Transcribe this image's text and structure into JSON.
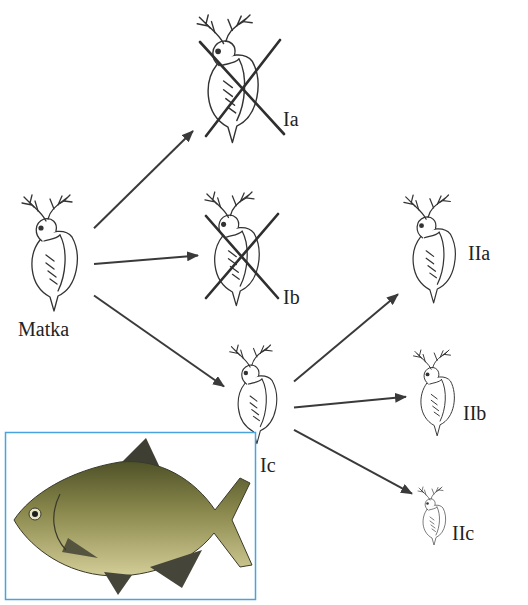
{
  "diagram": {
    "nodes": [
      {
        "text": [
          "Matka"
        ]
      },
      {
        "text": [
          "Ia"
        ]
      },
      {
        "text": [
          "Ib"
        ]
      },
      {
        "text": [
          "Ic"
        ]
      },
      {
        "text": [
          "IIa"
        ]
      },
      {
        "text": [
          "IIb"
        ]
      },
      {
        "text": [
          "IIc"
        ]
      }
    ],
    "edges": [
      {
        "from": 0,
        "to": 1,
        "arrow": "to"
      },
      {
        "from": 0,
        "to": 2,
        "arrow": "to"
      },
      {
        "from": 0,
        "to": 3,
        "arrow": "to"
      },
      {
        "from": 3,
        "to": 4,
        "arrow": "to"
      },
      {
        "from": 3,
        "to": 5,
        "arrow": "to"
      },
      {
        "from": 3,
        "to": 6,
        "arrow": "to"
      }
    ]
  }
}
